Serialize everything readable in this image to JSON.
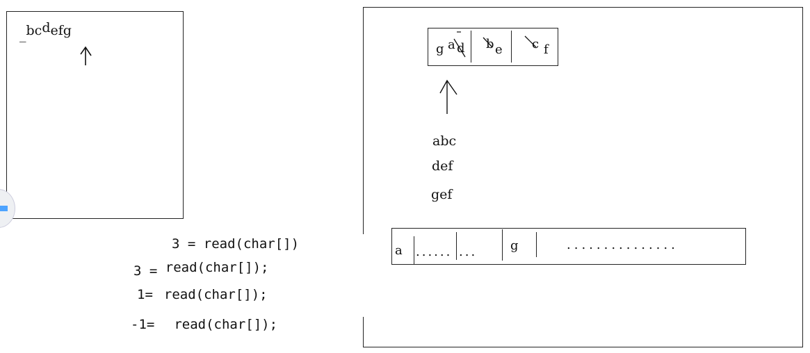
{
  "left_box": {
    "underscore": "_",
    "prefix": "bc",
    "raised": "d",
    "suffix": "efg",
    "pointer": "current-position"
  },
  "code_lines": [
    {
      "result": "3 = ",
      "call": "read(char[])"
    },
    {
      "result": "3 = ",
      "call": "read(char[]);"
    },
    {
      "result": "1=",
      "call": "read(char[]);"
    },
    {
      "result": "-1=",
      "call": "read(char[]);"
    }
  ],
  "right_panel": {
    "buffer_small": {
      "cell1_a": "g",
      "cell1_b": "a",
      "cell1_c": "d",
      "cell2_a": "b",
      "cell2_b": "e",
      "cell3_a": "c",
      "cell3_b": "f"
    },
    "reads": [
      "abc",
      "def",
      "gef"
    ],
    "buffer_large": {
      "cell1": "a",
      "dots1": "......",
      "dots2": "...",
      "cell_g": "g",
      "dots_tail": "..............."
    }
  },
  "colors": {
    "ink": "#111111",
    "border": "#222222",
    "accent": "#4da3ff"
  }
}
